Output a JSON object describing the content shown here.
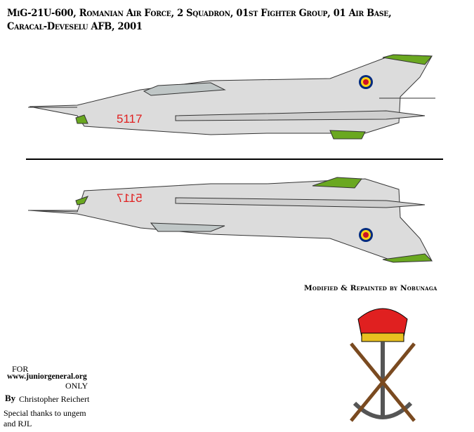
{
  "title_line1": "MiG-21U-600, Romanian Air Force, 2 Squadron, 01st Fighter Group, 01 Air Base,",
  "title_line2": "Caracal-Deveselu AFB, 2001",
  "aircraft_serial": "5117",
  "credit": "Modified & Repainted by Nobunaga",
  "footer": {
    "for": "FOR",
    "site": "www.juniorgeneral.org",
    "only": "ONLY",
    "by": "By",
    "author": "Christopher Reichert",
    "thanks1": "Special thanks to ungem",
    "thanks2": "and RJL"
  },
  "colors": {
    "body": "#dcdcdc",
    "accent_green": "#6aa820",
    "serial_red": "#e02020"
  }
}
